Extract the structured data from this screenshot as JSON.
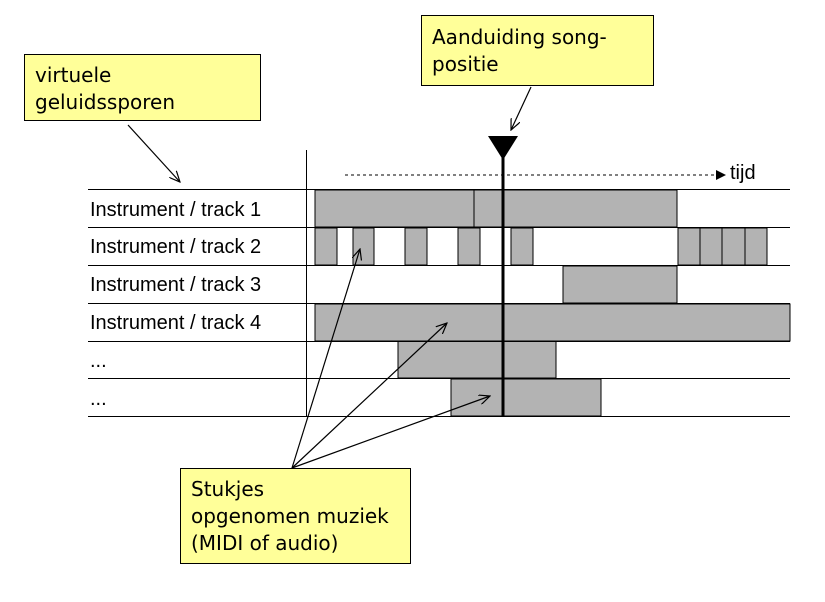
{
  "notes": {
    "tracks_note": [
      "virtuele",
      "geluidssporen"
    ],
    "position_note": [
      "Aanduiding song-",
      "positie"
    ],
    "clips_note": [
      "Stukjes",
      "opgenomen muziek",
      "(MIDI of audio)"
    ]
  },
  "time_label": "tijd",
  "tracks": [
    "Instrument / track 1",
    "Instrument / track 2",
    "Instrument / track 3",
    "Instrument / track 4",
    "...",
    "..."
  ],
  "colors": {
    "note_fill": "#ffff99",
    "clip_fill": "#b3b3b3",
    "line": "#000000"
  }
}
